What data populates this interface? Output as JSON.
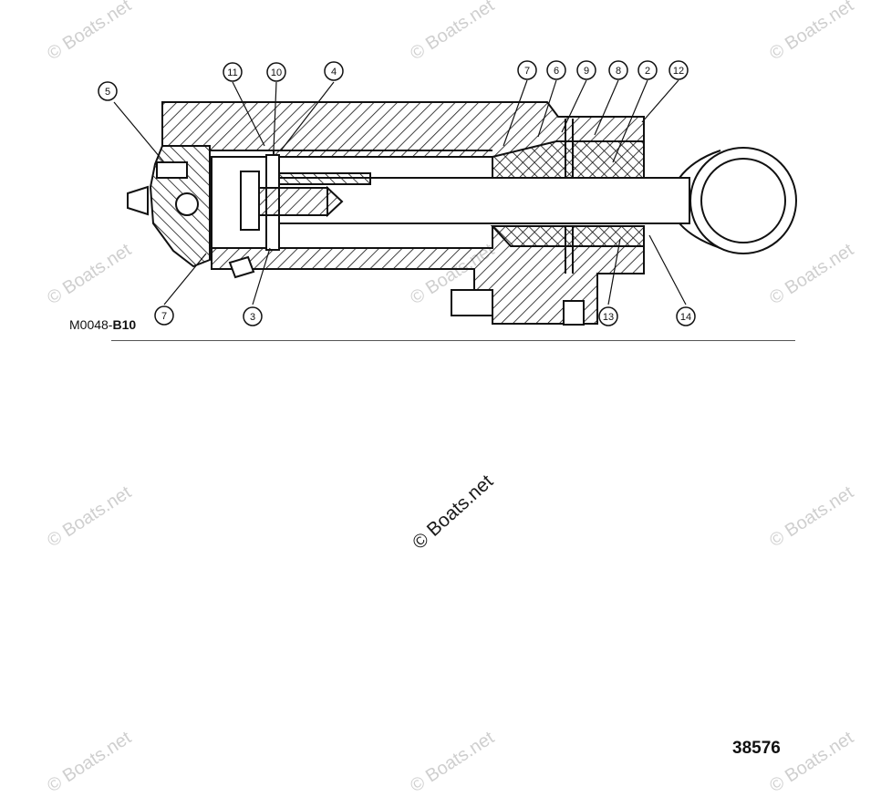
{
  "watermark": "© Boats.net",
  "figure_code_prefix": "M0048-",
  "figure_code_suffix": "B10",
  "figure_number": "38576",
  "callouts": [
    "11",
    "10",
    "4",
    "5",
    "7",
    "6",
    "9",
    "8",
    "2",
    "12",
    "7",
    "3",
    "13",
    "14"
  ]
}
